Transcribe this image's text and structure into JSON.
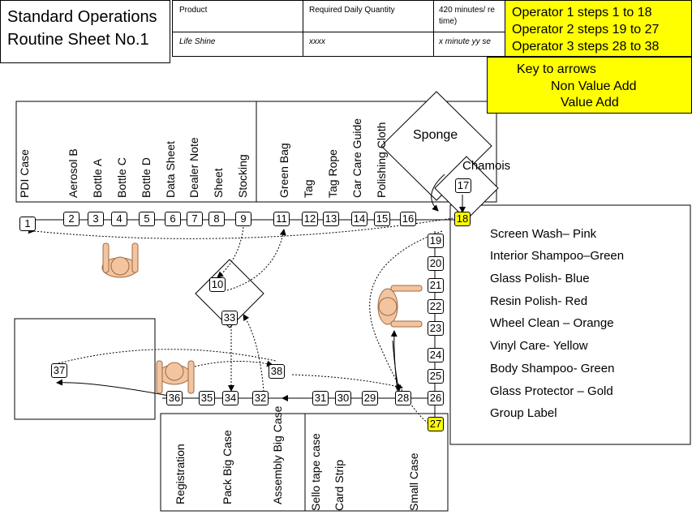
{
  "sheet": {
    "title_line1": "Standard Operations",
    "title_line2": "Routine Sheet No.1",
    "header": {
      "product_label": "Product",
      "quantity_label": "Required Daily Quantity",
      "time_label_1": "420 minutes/ re",
      "time_label_2": "time)",
      "product_value": "Life Shine",
      "quantity_value": "xxxx",
      "time_value": "x minute yy se"
    }
  },
  "operators": [
    "Operator 1 steps   1 to 18",
    "Operator 2 steps 19 to 27",
    "Operator 3 steps 28 to 38"
  ],
  "arrow_key": {
    "title": "Key to arrows",
    "non_value_add": "Non Value Add",
    "value_add": "Value Add"
  },
  "top_shelf_items": [
    "PDI Case",
    "Aerosol B",
    "Bottle A",
    "Bottle C",
    "Bottle D",
    "Data Sheet",
    "Dealer Note",
    "Sheet",
    "Stocking"
  ],
  "top_mid_items": [
    "Green Bag",
    "Tag",
    "Tag Rope",
    "Car Care Guide",
    "Polishing Cloth"
  ],
  "diamond_sponge": "Sponge",
  "diamond_chamois": "Chamois",
  "bottom_left_items": [
    "Registration",
    "Pack Big Case",
    "Assembly Big Case"
  ],
  "bottom_right_items": [
    "Sello tape case",
    "Card Strip",
    "Small Case"
  ],
  "right_list": [
    "Screen Wash– Pink",
    "Interior Shampoo–Green",
    "Glass Polish- Blue",
    "Resin Polish- Red",
    "Wheel Clean – Orange",
    "Vinyl Care- Yellow",
    "Body Shampoo- Green",
    "Glass Protector – Gold",
    "Group Label"
  ],
  "steps": {
    "s1": "1",
    "s2": "2",
    "s3": "3",
    "s4": "4",
    "s5": "5",
    "s6": "6",
    "s7": "7",
    "s8": "8",
    "s9": "9",
    "s10": "10",
    "s11": "11",
    "s12": "12",
    "s13": "13",
    "s14": "14",
    "s15": "15",
    "s16": "16",
    "s17": "17",
    "s18": "18",
    "s19": "19",
    "s20": "20",
    "s21": "21",
    "s22": "22",
    "s23": "23",
    "s24": "24",
    "s25": "25",
    "s26": "26",
    "s27": "27",
    "s28": "28",
    "s29": "29",
    "s30": "30",
    "s31": "31",
    "s32": "32",
    "s33": "33",
    "s34": "34",
    "s35": "35",
    "s36": "36",
    "s37": "37",
    "s38": "38"
  },
  "highlight_color": "#ffff00",
  "operator_color": "#f2c4a0"
}
